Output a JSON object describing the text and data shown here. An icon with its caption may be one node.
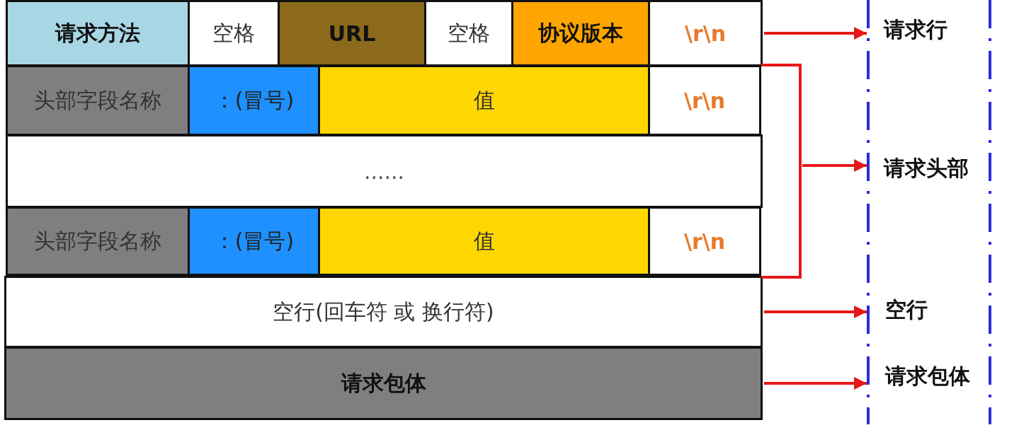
{
  "diagram": {
    "nodes": [
      {
        "text": [
          "请求方法"
        ]
      },
      {
        "text": [
          "空格"
        ]
      },
      {
        "text": [
          "URL"
        ]
      },
      {
        "text": [
          "空格"
        ]
      },
      {
        "text": [
          "协议版本"
        ]
      },
      {
        "text": [
          "\\r\\n"
        ]
      },
      {
        "text": [
          "头部字段名称"
        ]
      },
      {
        "text": [
          "：(冒号)"
        ]
      },
      {
        "text": [
          "值"
        ]
      },
      {
        "text": [
          "\\r\\n"
        ]
      },
      {
        "text": [
          "......"
        ]
      },
      {
        "text": [
          "头部字段名称"
        ]
      },
      {
        "text": [
          "：(冒号)"
        ]
      },
      {
        "text": [
          "值"
        ]
      },
      {
        "text": [
          "\\r\\n"
        ]
      },
      {
        "text": [
          "空行(回车符 或 换行符)"
        ]
      },
      {
        "text": [
          "请求包体"
        ]
      },
      {
        "text": [
          "请求行"
        ]
      },
      {
        "text": [
          "请求头部"
        ]
      },
      {
        "text": [
          "空行"
        ]
      },
      {
        "text": [
          "请求包体"
        ]
      },
      {
        "text": [],
        "shape": "bracket"
      }
    ],
    "edges": [
      {
        "from": 5,
        "to": 17,
        "arrow": "to"
      },
      {
        "from": 21,
        "to": 18,
        "arrow": "to"
      },
      {
        "from": 15,
        "to": 19,
        "arrow": "to"
      },
      {
        "from": 16,
        "to": 20,
        "arrow": "to"
      }
    ]
  }
}
